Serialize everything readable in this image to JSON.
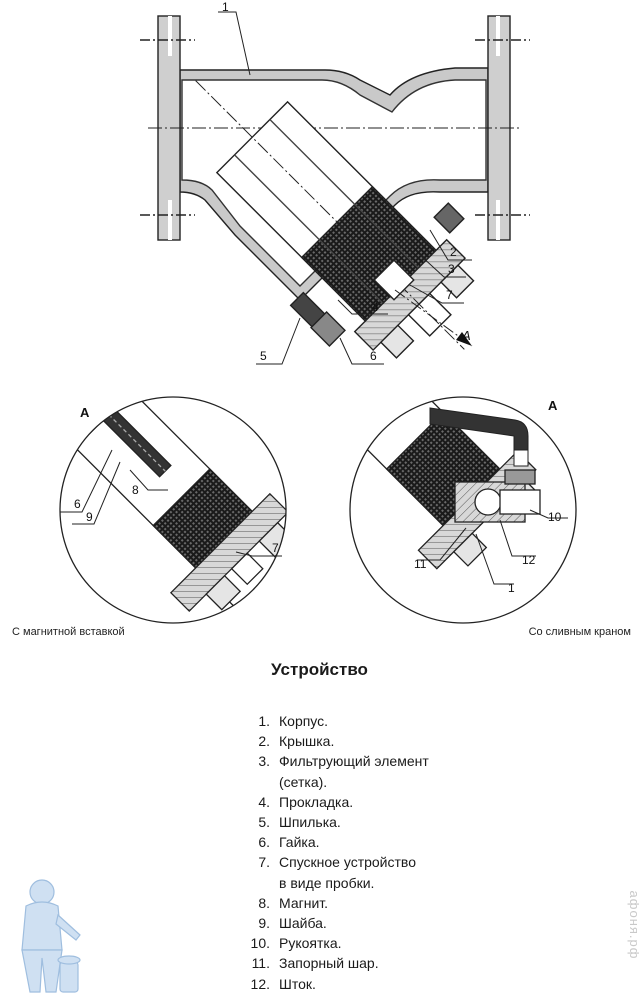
{
  "diagram": {
    "main_callouts": [
      "1",
      "2",
      "3",
      "4",
      "5",
      "6",
      "7"
    ],
    "view_arrow_label": "A",
    "detail_left": {
      "view_label": "А",
      "callouts": [
        "8",
        "6",
        "9",
        "7"
      ]
    },
    "detail_right": {
      "view_label": "А",
      "callouts": [
        "10",
        "11",
        "12",
        "1"
      ]
    }
  },
  "captions": {
    "left": "С магнитной вставкой",
    "right": "Со сливным краном"
  },
  "section_title": "Устройство",
  "parts": [
    {
      "num": "1.",
      "text": "Корпус."
    },
    {
      "num": "2.",
      "text": "Крышка."
    },
    {
      "num": "3.",
      "text": "Фильтрующий элемент\n(сетка)."
    },
    {
      "num": "4.",
      "text": "Прокладка."
    },
    {
      "num": "5.",
      "text": "Шпилька."
    },
    {
      "num": "6.",
      "text": "Гайка."
    },
    {
      "num": "7.",
      "text": "Спускное устройство\nв виде пробки."
    },
    {
      "num": "8.",
      "text": "Магнит."
    },
    {
      "num": "9.",
      "text": "Шайба."
    },
    {
      "num": "10.",
      "text": "Рукоятка."
    },
    {
      "num": "11.",
      "text": "Запорный шар."
    },
    {
      "num": "12.",
      "text": "Шток."
    }
  ],
  "watermark_text": "афоня.рф"
}
